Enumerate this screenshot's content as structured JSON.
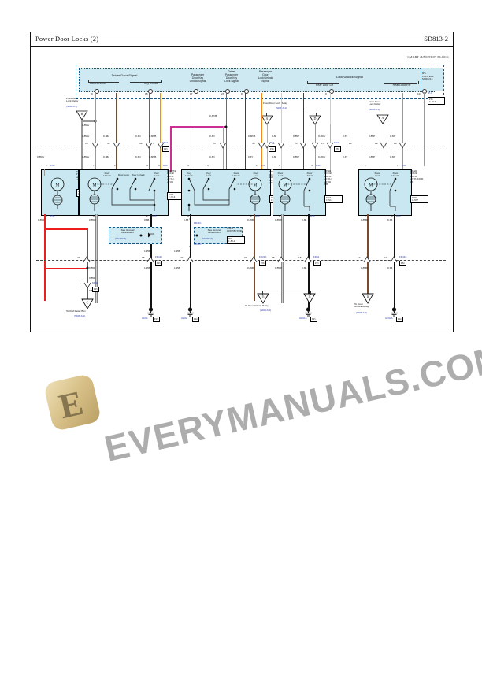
{
  "document": {
    "title": "Power Door Locks (2)",
    "code": "SD813-2"
  },
  "sjb": {
    "block_title": "SMART JUNCTION BLOCK",
    "ips_module": "IPS\nCONTROL\nMODULE",
    "groups": [
      {
        "name": "Driver Door Signal",
        "pins": [
          "Lock/Unlock",
          "Key Unlock"
        ]
      },
      {
        "name": "",
        "pins": [
          "Passenger\nDoor Key\nUnlock Signal",
          "Driver\nPassenger\nDoor Key\nLock Signal",
          "Passenger\nDoor\nLock/Unlock\nSignal"
        ]
      },
      {
        "name": "Lock/Unlock Signal",
        "pins": [
          "Rear Door LH",
          "Rear Door RH"
        ]
      }
    ]
  },
  "relay_refs": [
    {
      "label": "Front Door\nLock Relay",
      "ref": "(SD813-1)",
      "tag": "B"
    },
    {
      "label": "From Door Lock Relay",
      "ref": "(SD813-1)",
      "tags": [
        "A",
        "D"
      ]
    },
    {
      "label": "From Door\nLock Relay",
      "ref": "(SD813-1)",
      "tag": "A"
    }
  ],
  "components": [
    {
      "id": "fuel-filler-actuator",
      "name": "FUEL\nFILLER\nACTU-\nATOR",
      "conn": "P49\nC-40-6",
      "pins_top": [
        "2"
      ],
      "pins_bottom": [
        "1"
      ],
      "connector_top": [
        "F56"
      ],
      "connector_bottom": [
        "F56"
      ]
    },
    {
      "id": "driver-door-lock-actuator",
      "name": "DRIVER\nDOOR\nLOCK\nACTU-\nATOR",
      "conn": "P108\nC-30-6",
      "labels": [
        "Door\nUnlock",
        "Door\nLock",
        "Key Unlock",
        "Key\nLock"
      ],
      "pins_top": [
        "7",
        "1",
        "4",
        "3"
      ],
      "pins_bottom": [
        "6",
        "2"
      ],
      "connector_top": [
        "D01"
      ],
      "connector_bottom": [
        "D01"
      ]
    },
    {
      "id": "passenger-door-lock-actuator",
      "name": "PASSEN-\nGER\nDOOR\nLOCK\nACTU-\nATOR",
      "conn": "P100\nC-58-6",
      "labels": [
        "Key\nUnlock",
        "Key\nLock",
        "Door\nUnlock",
        "Door\nLock"
      ],
      "pins_top": [
        "4",
        "5",
        "7",
        "1"
      ],
      "pins_bottom": [
        "6",
        "2"
      ],
      "connector_top": [
        "D21"
      ],
      "connector_bottom": [
        "D21"
      ]
    },
    {
      "id": "rear-door-lock-actuator-lh",
      "name": "REAR\nDOOR\nLOCK\nACTU-\nATOR\nLH",
      "conn": "P103\nC-50-6",
      "labels": [
        "Door\nLock",
        "Door\nUnlock"
      ],
      "pins_top": [
        "7",
        "5"
      ],
      "pins_bottom": [
        "6",
        "2"
      ],
      "connector_top": [
        "D41"
      ],
      "connector_bottom": [
        "D41"
      ]
    },
    {
      "id": "rear-door-lock-actuator-rh",
      "name": "REAR\nDOOR\nLOCK\nACTUATOR\nRH",
      "conn": "P105\nC-58-7",
      "labels": [
        "Door\nLock",
        "Door\nUnlock"
      ],
      "pins_top": [
        "1",
        "7"
      ],
      "pins_bottom": [
        "2",
        "1"
      ],
      "connector_top": [
        "D61"
      ],
      "connector_bottom": [
        "D61"
      ]
    }
  ],
  "joint_boxes": [
    {
      "id": "jb-left",
      "text": "See Ground\nDistribution",
      "ref": "(SD180-5)",
      "code": "UD6"
    },
    {
      "id": "jb-right",
      "text": "See Ground\nDistribution",
      "ref": "(SD180-6)",
      "title": "JOINT\nCONNECTOR",
      "conn": "P99\nC-82-4"
    }
  ],
  "wire_labels_upper": [
    "0.85Gr",
    "0.85Gr",
    "0.85Gr",
    "0.3Br",
    "0.3Br",
    "0.3O",
    "0.3O",
    "0.3P/B",
    "0.3P/B",
    "0.3O",
    "0.3O",
    "0.3P/B",
    "0.3P/B",
    "0.3L",
    "0.3L",
    "0.85P",
    "0.85P",
    "0.85Gr",
    "0.85Gr",
    "0.3Y",
    "0.3Y",
    "0.3L",
    "0.3L",
    "0.85P",
    "0.85P",
    "0.3W",
    "0.3W"
  ],
  "wire_labels_lower": [
    "0.85R",
    "0.85W",
    "0.3B",
    "0.85Br",
    "0.85W",
    "0.3B",
    "0.85Br",
    "0.3B",
    "1.25B",
    "1.25B",
    "1.25B",
    "1.25B",
    "0.85R",
    "0.85R",
    "0.85R"
  ],
  "connector_tags": [
    {
      "id": "FD11",
      "box": "P43"
    },
    {
      "id": "FD21",
      "box": "P46"
    },
    {
      "id": "FD41",
      "box": "P84"
    },
    {
      "id": "MF11",
      "box": "P43"
    },
    {
      "id": "FD11b",
      "box": "P43"
    },
    {
      "id": "FD21b",
      "box": "P26"
    },
    {
      "id": "FD41b",
      "box": "P84"
    },
    {
      "id": "IP-C",
      "box": "P36\nC-80-0"
    }
  ],
  "inline_pin_numbers_top": [
    "6",
    "18",
    "17",
    "23",
    "8",
    "9",
    "10"
  ],
  "inline_pin_numbers_mid": [
    "18",
    "44",
    "39",
    "3",
    "37",
    "36",
    "34",
    "23",
    "17",
    "20",
    "19",
    "10"
  ],
  "bottom_links": [
    {
      "label": "To ICM Relay Box",
      "ref": "(SD813-1)",
      "tag": "C"
    },
    {
      "label": "To Door Unlock Relay",
      "ref": "(SD813-1)",
      "tags": [
        "D",
        "D"
      ]
    },
    {
      "label": "To Door\nUnlock Relay",
      "ref": "(SD813-1)",
      "tag": "B"
    }
  ],
  "grounds": [
    {
      "id": "GF01",
      "box": "P43"
    },
    {
      "id": "GF02",
      "box": "P44"
    },
    {
      "id": "GF01b",
      "box": "P43"
    },
    {
      "id": "GF02b",
      "box": "P44"
    }
  ],
  "watermark": {
    "text": "EVERYMANUALS.COM",
    "badge_letter": "E"
  },
  "colors": {
    "sjb_fill": "#cfe9f3",
    "component_fill": "#c9e7f0",
    "wire_grey": "#9a9a9a",
    "wire_brown": "#7a4a2a",
    "wire_green": "#1f8f3e",
    "wire_orange": "#f28c17",
    "wire_magenta": "#cc2f94",
    "wire_blue": "#14419c",
    "wire_pink": "#f58fb9",
    "wire_yellow": "#f2e015",
    "wire_black": "#111111",
    "wire_red": "#ee1c1c",
    "wire_white": "#dddddd",
    "link_blue": "#2b3ea8"
  }
}
